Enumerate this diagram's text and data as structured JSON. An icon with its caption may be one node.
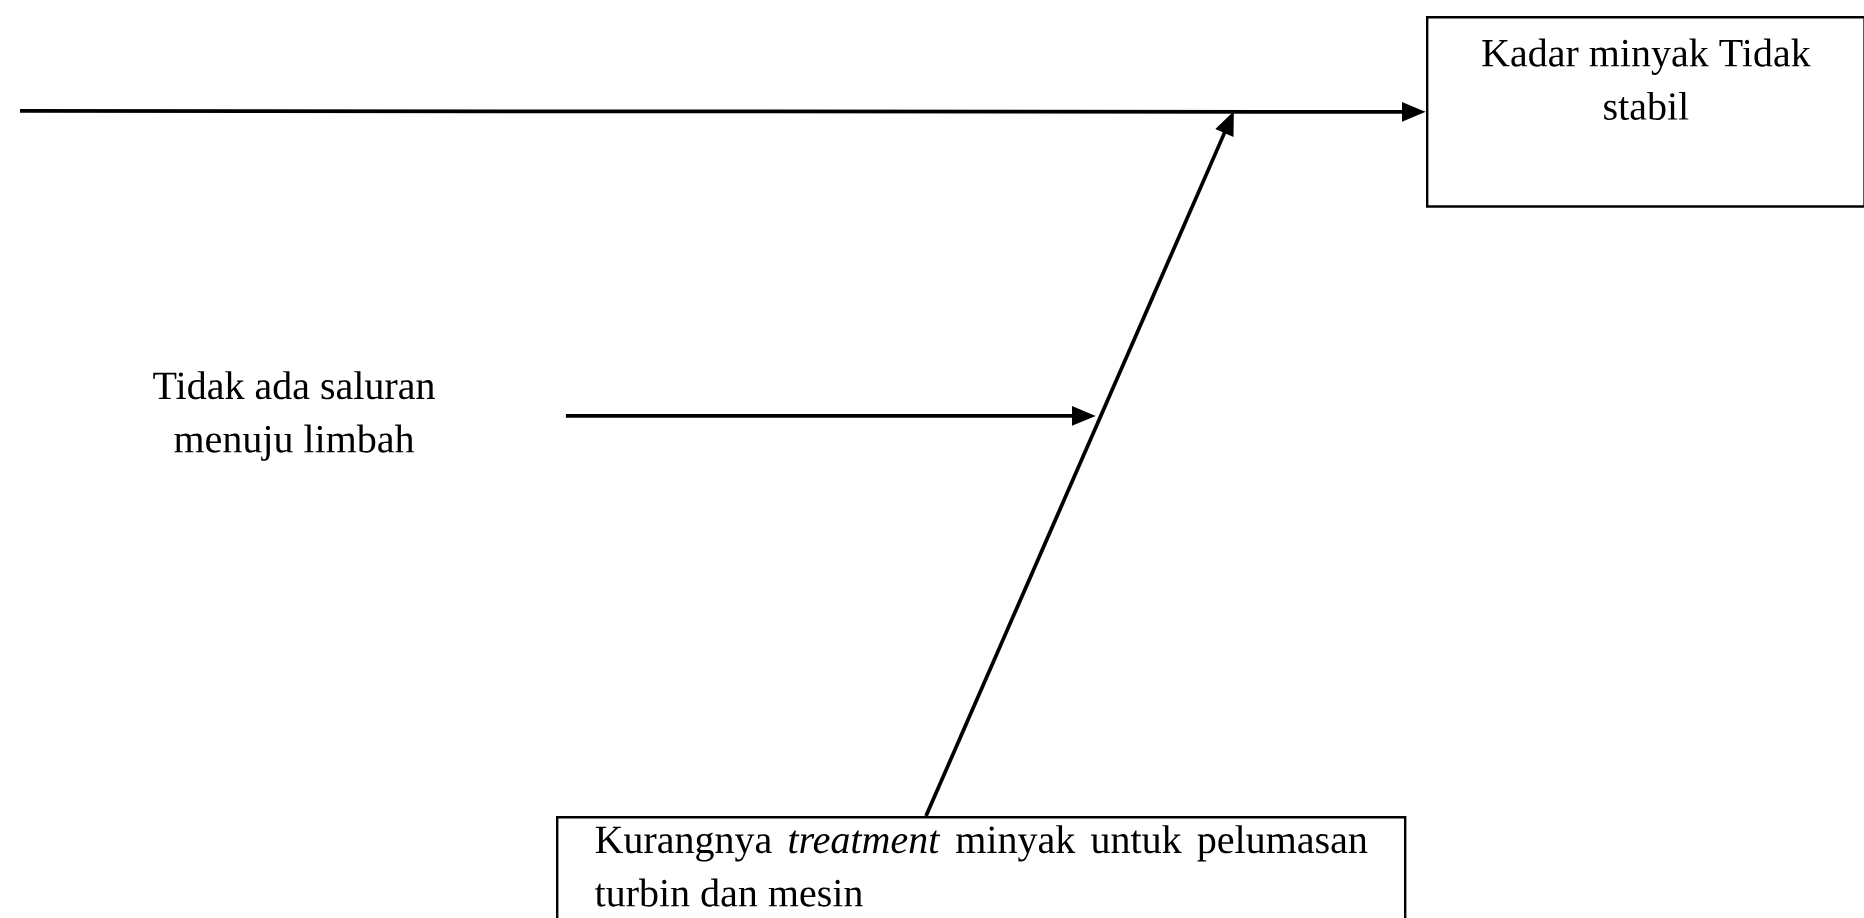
{
  "diagram": {
    "nodes": [
      {
        "text": [
          "Kadar minyak Tidak stabil"
        ]
      },
      {
        "text": [
          "Kurangnya *treatment* minyak untuk pelumasan turbin dan mesin"
        ]
      },
      {
        "text": [
          "Tidak ada saluran menuju limbah"
        ]
      }
    ],
    "edges": [
      {
        "from": null,
        "to": 0,
        "arrow": "to"
      },
      {
        "from": 1,
        "to": null,
        "arrow": "to"
      },
      {
        "from": 2,
        "to": null,
        "arrow": "to"
      }
    ]
  }
}
